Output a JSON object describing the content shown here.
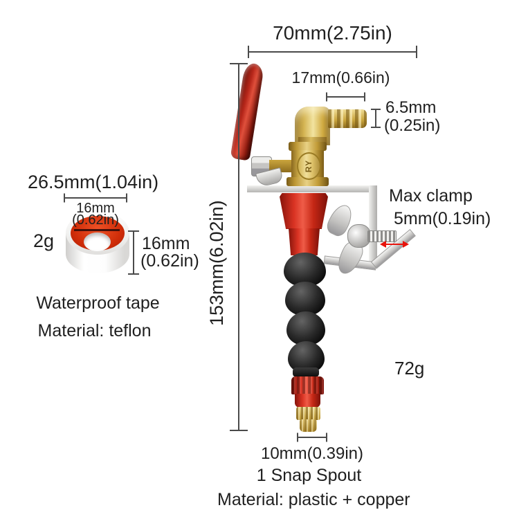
{
  "main": {
    "dim_width": "70mm(2.75in)",
    "dim_barb_len": "17mm(0.66in)",
    "dim_barb_dia_mm": "6.5mm",
    "dim_barb_dia_in": "(0.25in)",
    "dim_height": "153mm(6.02in)",
    "clamp_label": "Max clamp",
    "clamp_value": "5mm(0.19in)",
    "weight": "72g",
    "dim_spout": "10mm(0.39in)",
    "spout_label": "1 Snap Spout",
    "material": "Material: plastic + copper",
    "valve_stamp": "RY"
  },
  "tape": {
    "dim_outer": "26.5mm(1.04in)",
    "dim_inner_mm": "16mm",
    "dim_inner_in": "(0.62in)",
    "weight": "2g",
    "dim_height_mm": "16mm",
    "dim_height_in": "(0.62in)",
    "name": "Waterproof tape",
    "material": "Material: teflon"
  },
  "colors": {
    "text": "#1f1f1f",
    "dimension_line": "#4a4a4a",
    "arrow_red": "#e8130c",
    "brass": "#d4b453",
    "red_plastic": "#d93323",
    "hose_black": "#1a1a1a",
    "metal_silver": "#c2c1bf",
    "tape_red": "#cf2c08"
  }
}
